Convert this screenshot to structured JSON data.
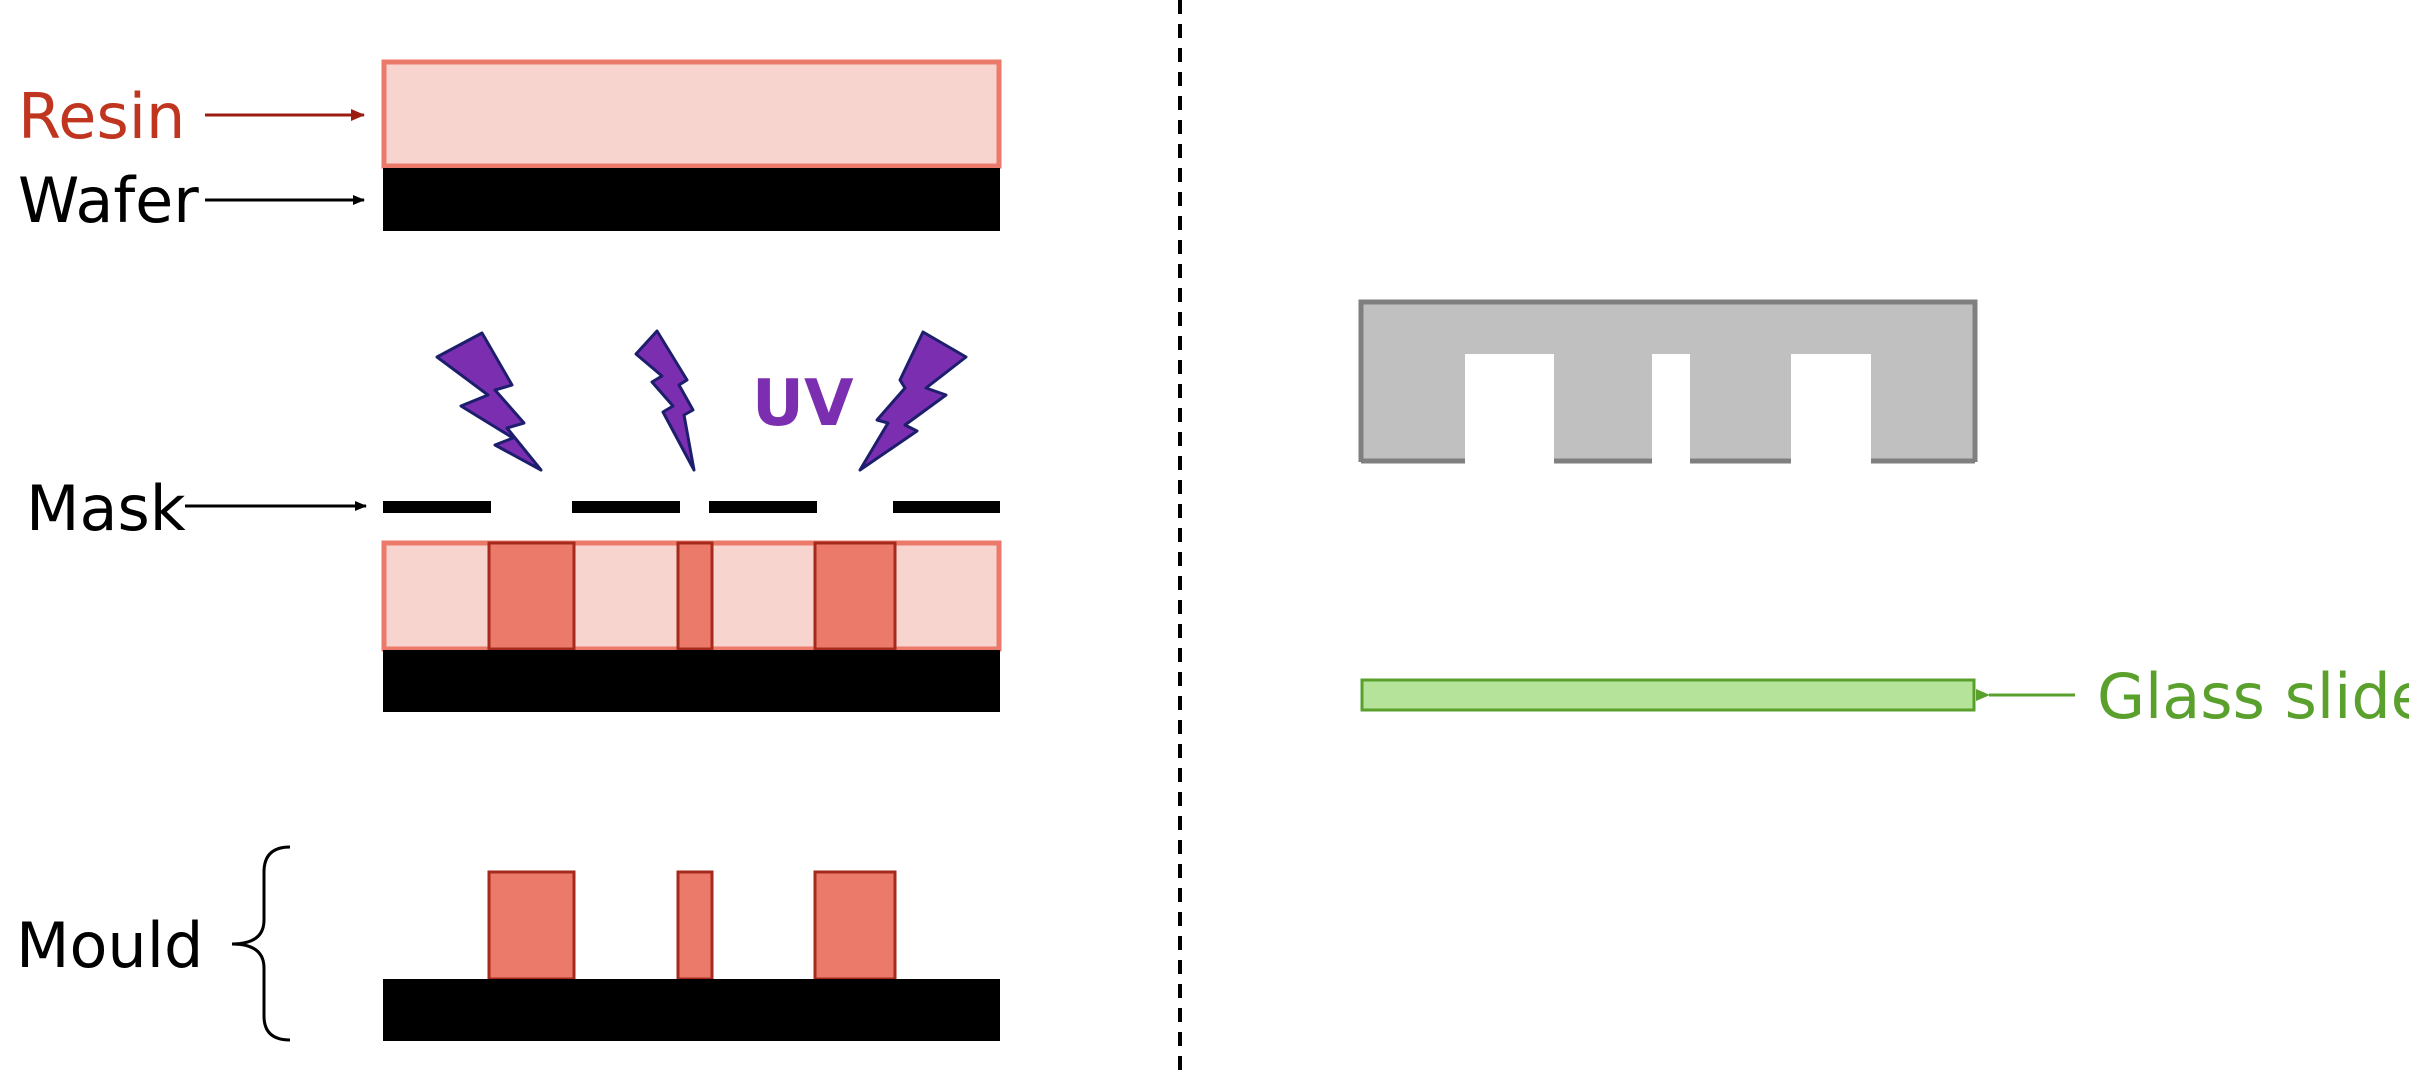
{
  "left_panel": {
    "labels": {
      "resin": "Resin",
      "wafer": "Wafer",
      "mask": "Mask",
      "mould": "Mould",
      "uv": "UV"
    }
  },
  "right_panel": {
    "labels": {
      "glass_slide": "Glass slide"
    }
  },
  "colors": {
    "resin_light": "#f8d4cf",
    "resin_border": "#ec7a6a",
    "resin_exposed": "#ec7a6a",
    "resin_exposed_border": "#a52a1c",
    "resin_label": "#c0351f",
    "resin_arrow": "#9b1c10",
    "wafer": "#000000",
    "uv_bolt": "#7b2fb0",
    "uv_bolt_border": "#1e1e6e",
    "uv_text": "#7b2fb0",
    "pdms_fill": "#c0c0c0",
    "pdms_border": "#7f7f7f",
    "glass_fill": "#b5e39a",
    "glass_border": "#5aa02c",
    "glass_label": "#5aa02c",
    "divider": "#000000"
  }
}
